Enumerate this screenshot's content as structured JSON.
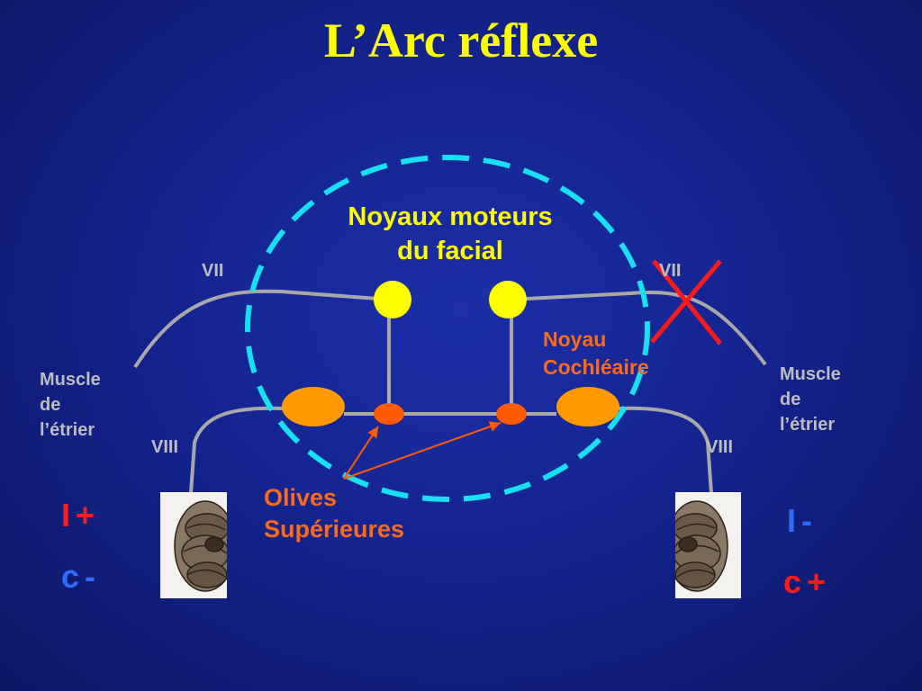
{
  "title": "L’Arc réflexe",
  "labels": {
    "motor_nuclei": [
      "Noyaux moteurs",
      "du facial"
    ],
    "cochlear_nucleus": [
      "Noyau",
      "Cochléaire"
    ],
    "superior_olives": [
      "Olives",
      "Supérieures"
    ],
    "nerve_vii": "VII",
    "nerve_viii": "VIII",
    "muscle": [
      "Muscle",
      "de",
      "l’étrier"
    ]
  },
  "left_side": {
    "ipsi_letter": "I",
    "ipsi_sign": "+",
    "contra_letter": "c",
    "contra_sign": "-"
  },
  "right_side": {
    "ipsi_letter": "I",
    "ipsi_sign": "-",
    "contra_letter": "c",
    "contra_sign": "+"
  },
  "colors": {
    "title": "#ffff00",
    "nerve_lines": "#a8a8a8",
    "motor_nucleus": "#ffff00",
    "cochlear_nucleus": "#ff9900",
    "olive": "#ff5a00",
    "dashed_circle": "#19e0f0",
    "cross_mark": "#ff1a1a",
    "positive_sign": "#ff1a1a",
    "negative_sign": "#2f6bff"
  },
  "icons": {
    "cochlea_left": "cochlea-icon",
    "cochlea_right": "cochlea-icon",
    "lesion_cross": "cross-icon"
  }
}
